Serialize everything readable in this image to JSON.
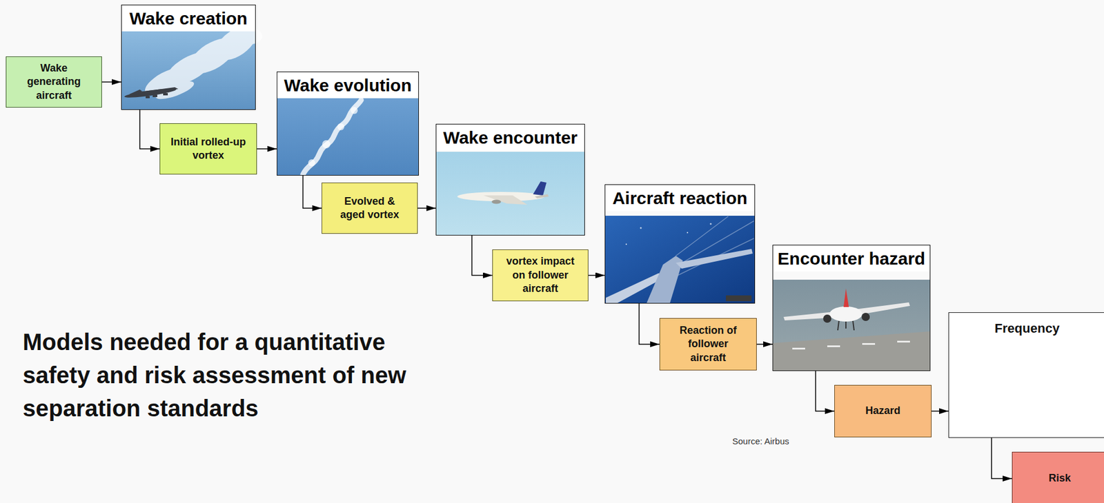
{
  "diagram": {
    "nodes": [
      {
        "text": [
          "Wake generating aircraft"
        ]
      },
      {
        "text": [
          "Wake creation"
        ]
      },
      {
        "text": [
          "Initial rolled-up vortex"
        ]
      },
      {
        "text": [
          "Wake evolution"
        ]
      },
      {
        "text": [
          "Evolved & aged vortex"
        ]
      },
      {
        "text": [
          "Wake encounter"
        ]
      },
      {
        "text": [
          "vortex impact on follower aircraft"
        ]
      },
      {
        "text": [
          "Aircraft reaction"
        ]
      },
      {
        "text": [
          "Reaction of follower aircraft"
        ]
      },
      {
        "text": [
          "Encounter hazard"
        ]
      },
      {
        "text": [
          "Hazard"
        ]
      },
      {
        "text": [
          "Frequency"
        ]
      },
      {
        "text": [
          "Risk"
        ]
      }
    ],
    "edges": [
      {
        "from": 0,
        "to": 1,
        "arrow": "to"
      },
      {
        "from": 1,
        "to": 2,
        "arrow": "to"
      },
      {
        "from": 2,
        "to": 3,
        "arrow": "to"
      },
      {
        "from": 3,
        "to": 4,
        "arrow": "to"
      },
      {
        "from": 4,
        "to": 5,
        "arrow": "to"
      },
      {
        "from": 5,
        "to": 6,
        "arrow": "to"
      },
      {
        "from": 6,
        "to": 7,
        "arrow": "to"
      },
      {
        "from": 7,
        "to": 8,
        "arrow": "to"
      },
      {
        "from": 8,
        "to": 9,
        "arrow": "to"
      },
      {
        "from": 9,
        "to": 10,
        "arrow": "to"
      },
      {
        "from": 10,
        "to": 11,
        "arrow": "to"
      },
      {
        "from": 11,
        "to": 12,
        "arrow": "to"
      }
    ],
    "labels": [
      "Models needed for a quantitative safety and risk assessment of new separation standards",
      "Source: Airbus"
    ]
  }
}
